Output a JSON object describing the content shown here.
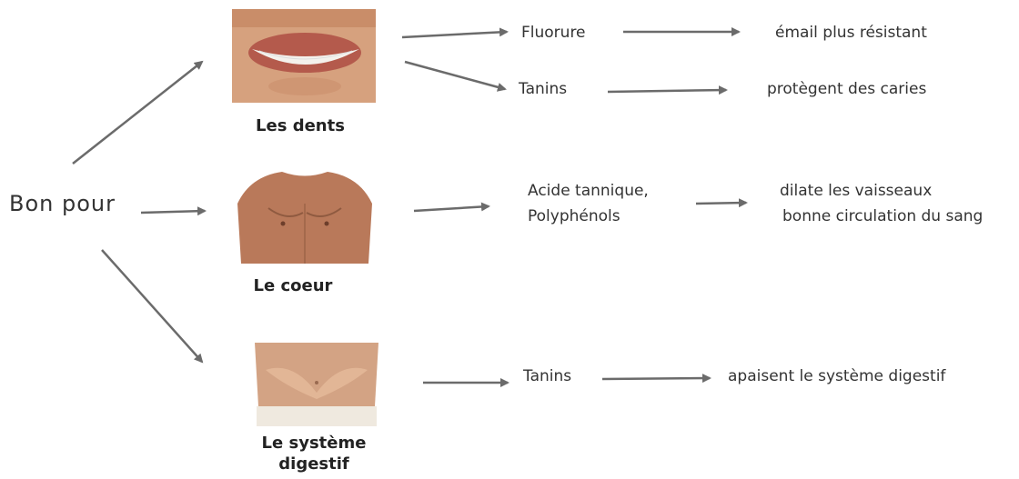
{
  "root": {
    "label": "Bon pour"
  },
  "branches": [
    {
      "caption": "Les dents",
      "image": "smile-photo",
      "items": [
        {
          "substance": "Fluorure",
          "effect": "émail plus résistant"
        },
        {
          "substance": "Tanins",
          "effect": "protègent des caries"
        }
      ]
    },
    {
      "caption": "Le coeur",
      "image": "torso-photo",
      "items": [
        {
          "substance": [
            "Acide tannique,",
            "Polyphénols"
          ],
          "effect": [
            "dilate les vaisseaux",
            "bonne circulation du sang"
          ]
        }
      ]
    },
    {
      "caption": [
        "Le système",
        "digestif"
      ],
      "image": "belly-photo",
      "items": [
        {
          "substance": "Tanins",
          "effect": "apaisent le système digestif"
        }
      ]
    }
  ],
  "colors": {
    "arrow": "#6b6b6b",
    "text": "#333333",
    "skin": "#d9a07a"
  }
}
